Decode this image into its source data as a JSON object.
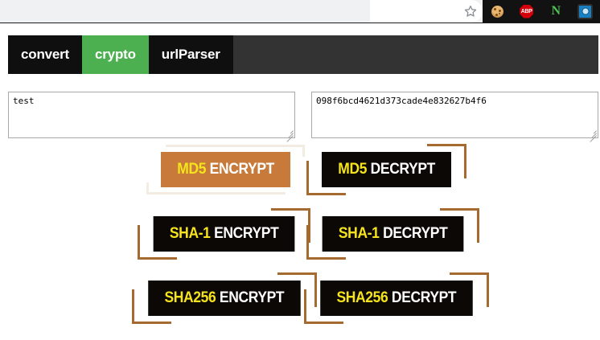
{
  "browser": {
    "bookmark_icon": "star-icon",
    "extensions": [
      {
        "name": "cookie-extension-icon",
        "label": ""
      },
      {
        "name": "adblock-plus-extension-icon",
        "label": "ABP"
      },
      {
        "name": "evernote-extension-icon",
        "label": "N"
      },
      {
        "name": "screenshot-camera-extension-icon",
        "label": ""
      }
    ]
  },
  "nav": {
    "tabs": [
      {
        "label": "convert",
        "active": false
      },
      {
        "label": "crypto",
        "active": true
      },
      {
        "label": "urlParser",
        "active": false
      }
    ]
  },
  "io": {
    "input": {
      "value": "test",
      "placeholder": ""
    },
    "output": {
      "value": "098f6bcd4621d373cade4e832627b4f6",
      "placeholder": ""
    }
  },
  "actions": {
    "rows": [
      {
        "encrypt": {
          "algo": "MD5",
          "action": "ENCRYPT",
          "hovered": true
        },
        "decrypt": {
          "algo": "MD5",
          "action": "DECRYPT",
          "hovered": false
        }
      },
      {
        "encrypt": {
          "algo": "SHA-1",
          "action": "ENCRYPT",
          "hovered": false
        },
        "decrypt": {
          "algo": "SHA-1",
          "action": "DECRYPT",
          "hovered": false
        }
      },
      {
        "encrypt": {
          "algo": "SHA256",
          "action": "ENCRYPT",
          "hovered": false
        },
        "decrypt": {
          "algo": "SHA256",
          "action": "DECRYPT",
          "hovered": false
        }
      }
    ]
  },
  "colors": {
    "accent_green": "#4cb050",
    "tab_bar": "#333333",
    "tab_item": "#0f0f0f",
    "button_bg": "#0c0805",
    "button_hover_bg": "#c77a3a",
    "algo_text": "#f5e31c",
    "action_text": "#ffffff",
    "bracket": "#a56a30",
    "bracket_hover": "#f3ece2"
  }
}
